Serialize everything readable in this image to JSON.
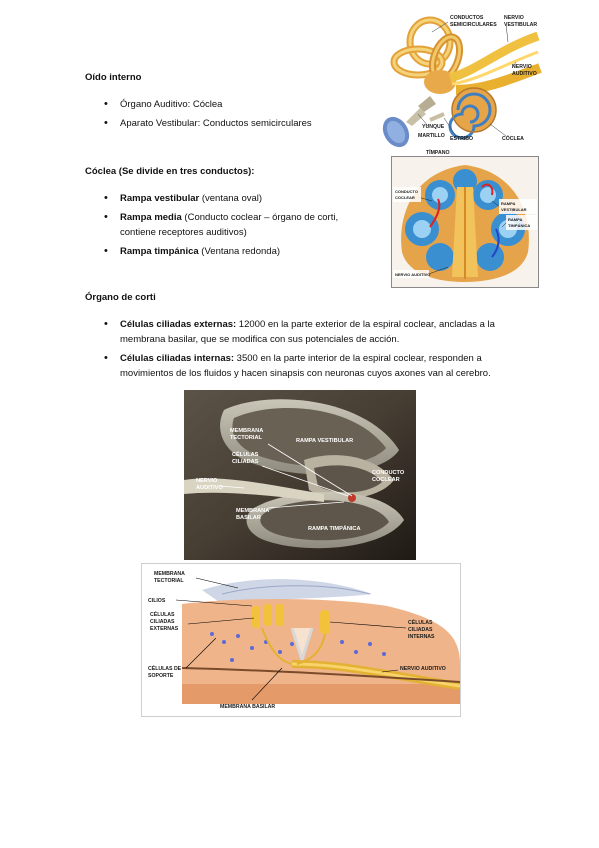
{
  "sections": {
    "oido": {
      "title": "Oído interno",
      "items": [
        "Órgano Auditivo: Cóclea",
        "Aparato Vestibular: Conductos semicirculares"
      ]
    },
    "coclea": {
      "title": "Cóclea (Se divide en tres conductos):",
      "items": [
        {
          "bold": "Rampa vestibular",
          "rest": " (ventana oval)"
        },
        {
          "bold": "Rampa media",
          "rest": " (Conducto coclear – órgano de corti, contiene receptores auditivos)"
        },
        {
          "bold": "Rampa timpánica",
          "rest": " (Ventana redonda)"
        }
      ]
    },
    "corti": {
      "title": "Órgano de corti",
      "items": [
        {
          "bold": "Células ciliadas externas:",
          "rest": " 12000 en la parte exterior de la espiral coclear, ancladas a la membrana basilar, que se modifica con sus potenciales de acción."
        },
        {
          "bold": "Células ciliadas internas:",
          "rest": " 3500 en la parte interior de la espiral coclear, responden a movimientos de los fluidos y hacen sinapsis con neuronas cuyos axones van al cerebro."
        }
      ]
    }
  },
  "figures": {
    "ear": {
      "labels": [
        "CONDUCTOS",
        "SEMICIRCULARES",
        "NERVIO",
        "VESTIBULAR",
        "NERVIO",
        "AUDITIVO",
        "YUNQUE",
        "MARTILLO",
        "ESTRIBO",
        "CÓCLEA",
        "TÍMPANO"
      ]
    },
    "cochlea": {
      "labels": [
        "CONDUCTO",
        "COCLEAR",
        "RAMPA",
        "VESTIBULAR",
        "RAMPA",
        "TIMPÁNICA",
        "NERVIO AUDITIVO"
      ]
    },
    "section": {
      "labels": [
        "MEMBRANA",
        "TECTORIAL",
        "RAMPA VESTIBULAR",
        "CÉLULAS",
        "CILIADAS",
        "CONDUCTO",
        "COCLEAR",
        "NERVIO",
        "AUDITIVO",
        "MEMBRANA",
        "BASILAR",
        "RAMPA TIMPÁNICA"
      ]
    },
    "corti": {
      "labels": [
        "MEMBRANA",
        "TECTORIAL",
        "CILIOS",
        "CÉLULAS",
        "CILIADAS",
        "EXTERNAS",
        "CÉLULAS",
        "CILIADAS",
        "INTERNAS",
        "NERVIO AUDITIVO",
        "CÉLULAS DE",
        "SOPORTE",
        "MEMBRANA BASILAR"
      ]
    }
  }
}
